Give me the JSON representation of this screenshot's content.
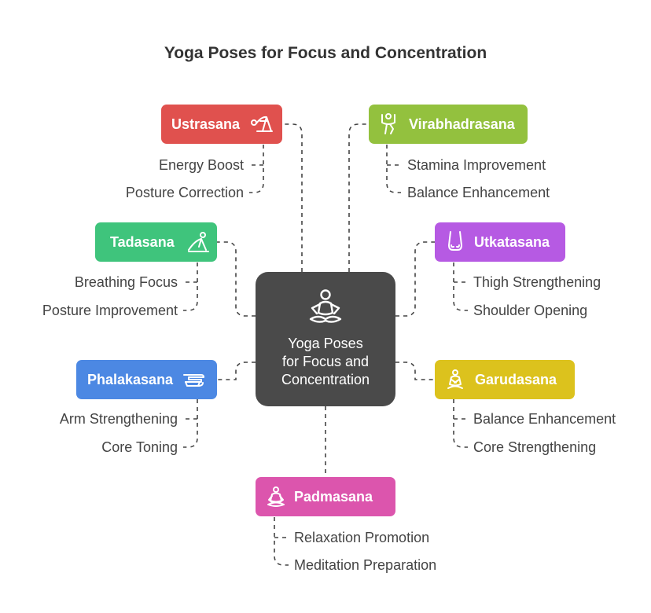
{
  "title": "Yoga Poses for Focus and Concentration",
  "center": {
    "lines": [
      "Yoga Poses",
      "for Focus and",
      "Concentration"
    ],
    "icon": "meditation-icon",
    "color": "#4a4a4a"
  },
  "poses": [
    {
      "name": "Ustrasana",
      "icon": "camel-pose-icon",
      "color": "#e0514e",
      "benefits": [
        "Energy Boost",
        "Posture Correction"
      ]
    },
    {
      "name": "Virabhadrasana",
      "icon": "warrior-pose-icon",
      "color": "#93c13e",
      "benefits": [
        "Stamina Improvement",
        "Balance Enhancement"
      ]
    },
    {
      "name": "Tadasana",
      "icon": "mountain-pose-icon",
      "color": "#3fc47c",
      "benefits": [
        "Breathing Focus",
        "Posture Improvement"
      ]
    },
    {
      "name": "Utkatasana",
      "icon": "chair-pose-icon",
      "color": "#b65ae3",
      "benefits": [
        "Thigh Strengthening",
        "Shoulder Opening"
      ]
    },
    {
      "name": "Phalakasana",
      "icon": "plank-pose-icon",
      "color": "#4c88e3",
      "benefits": [
        "Arm Strengthening",
        "Core Toning"
      ]
    },
    {
      "name": "Garudasana",
      "icon": "eagle-pose-icon",
      "color": "#dcc21d",
      "benefits": [
        "Balance Enhancement",
        "Core Strengthening"
      ]
    },
    {
      "name": "Padmasana",
      "icon": "lotus-pose-icon",
      "color": "#dc55ad",
      "benefits": [
        "Relaxation Promotion",
        "Meditation Preparation"
      ]
    }
  ]
}
